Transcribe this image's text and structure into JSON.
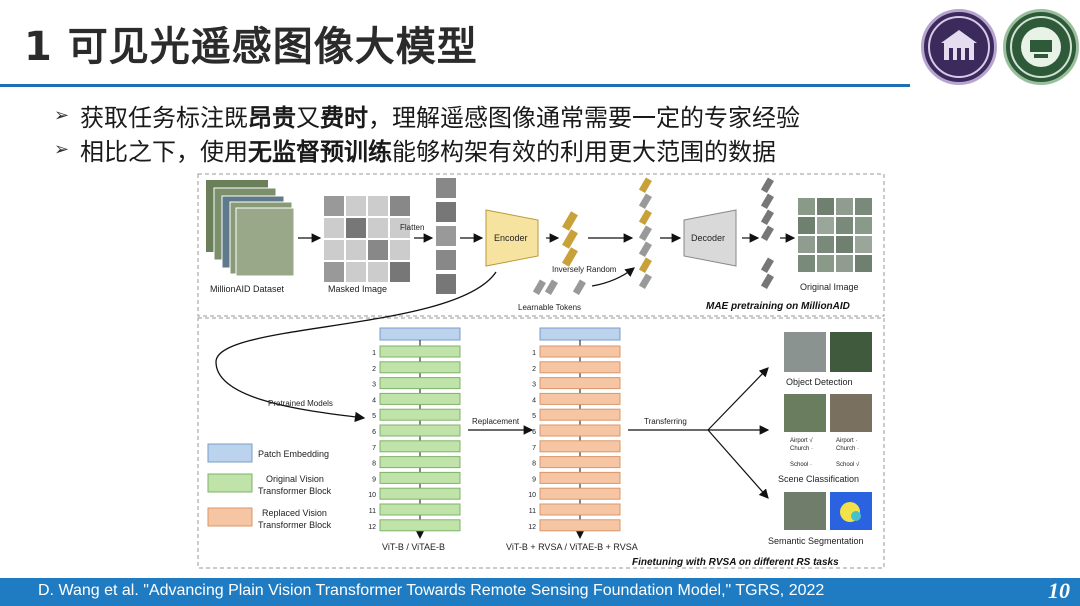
{
  "slide": {
    "title": "1 可见光遥感图像大模型",
    "page_number": "10",
    "footer": "D. Wang et al. \"Advancing Plain Vision Transformer Towards Remote Sensing Foundation Model,\" TGRS, 2022"
  },
  "bullets": [
    {
      "pre": "获取任务标注既",
      "b1": "昂贵",
      "mid": "又",
      "b2": "费时",
      "post": "，理解遥感图像通常需要一定的专家经验"
    },
    {
      "pre": "相比之下，使用",
      "b1": "无监督预训练",
      "mid": "能够构架有效的利用更大范围的数据",
      "b2": "",
      "post": ""
    }
  ],
  "figure": {
    "top": {
      "millionaid": "MillionAID Dataset",
      "masked": "Masked Image",
      "flatten": "Flatten",
      "encoder": "Encoder",
      "decoder": "Decoder",
      "inversely_random": "Inversely Random",
      "learnable_tokens": "Learnable Tokens",
      "original": "Original Image",
      "caption": "MAE pretraining on MillionAID"
    },
    "bottom": {
      "pretrained": "Pretrained Models",
      "replacement": "Replacement",
      "transferring": "Transferring",
      "legend_patch": "Patch Embedding",
      "legend_orig_1": "Original Vision",
      "legend_orig_2": "Transformer Block",
      "legend_repl_1": "Replaced Vision",
      "legend_repl_2": "Transformer Block",
      "left_stack_label": "ViT-B / ViTAE-B",
      "right_stack_label": "ViT-B + RVSA / ViTAE-B + RVSA",
      "task_detection": "Object Detection",
      "task_scene": "Scene Classification",
      "task_seg": "Semantic Segmentation",
      "scene_a1": "Airport √",
      "scene_a2": "Church ·",
      "scene_a3": "School ·",
      "scene_b1": "Airport ·",
      "scene_b2": "Church ·",
      "scene_b3": "School √",
      "caption": "Finetuning with RVSA on different RS tasks",
      "block_numbers": [
        "1",
        "2",
        "3",
        "4",
        "5",
        "6",
        "7",
        "8",
        "9",
        "10",
        "11",
        "12"
      ]
    }
  },
  "colors": {
    "accent": "#1f7cc2",
    "patch": "#bcd3ee",
    "orig_block": "#bfe3a8",
    "repl_block": "#f6c6a4",
    "encoder": "#f7e3a0"
  }
}
